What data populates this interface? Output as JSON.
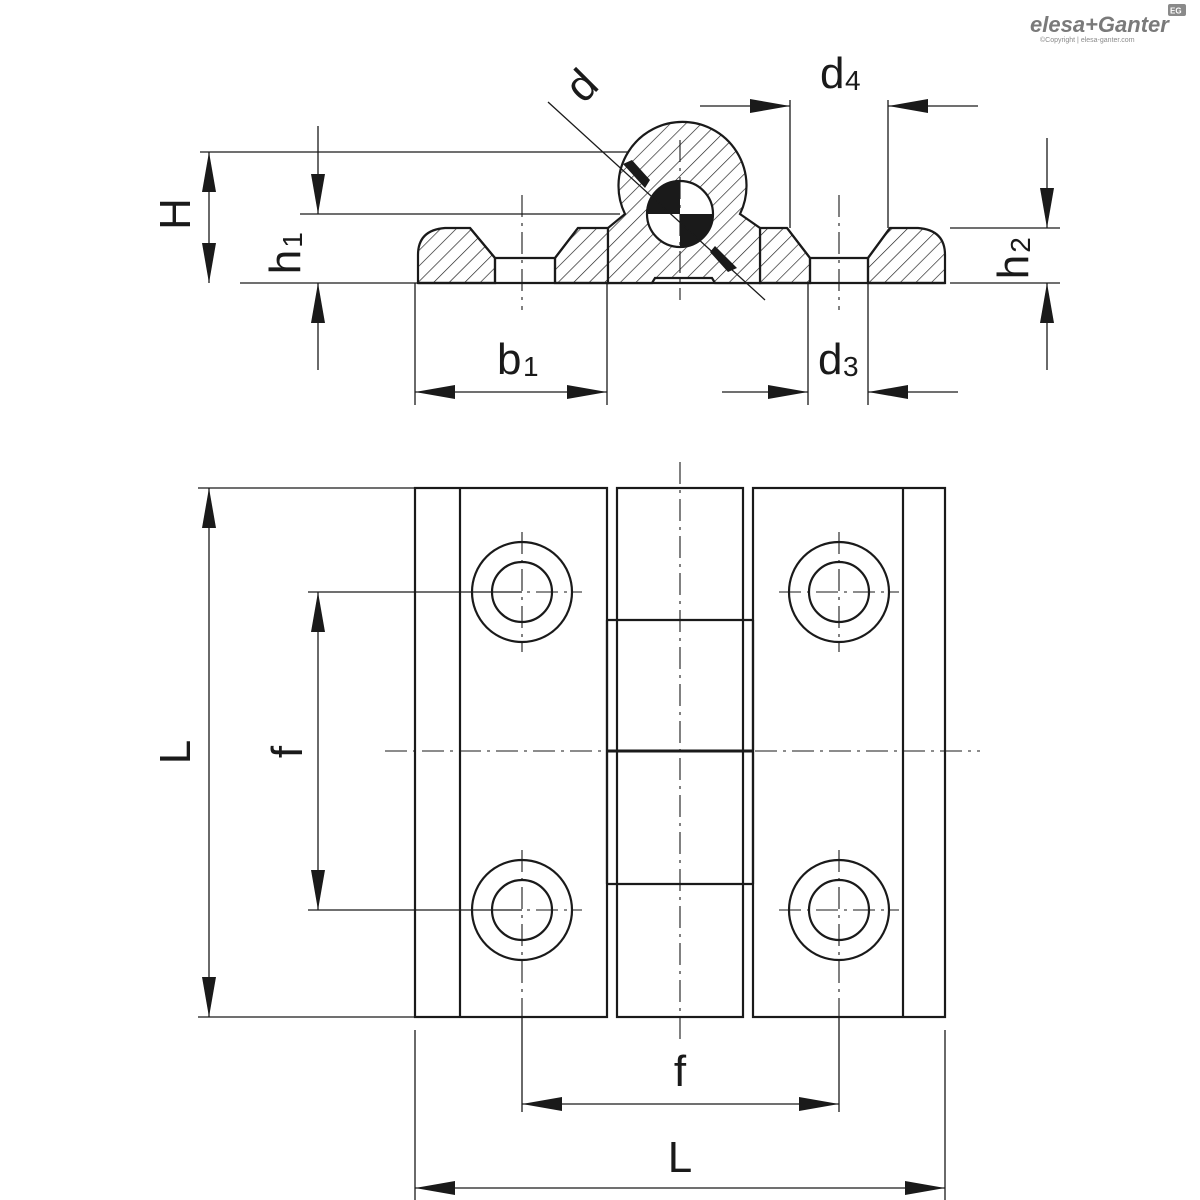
{
  "brand": {
    "logo_text": "elesa+Ganter",
    "copyright": "©Copyright | elesa-ganter.com",
    "badge": "EG"
  },
  "labels": {
    "d": "d",
    "d4_main": "d",
    "d4_sub": "4",
    "H": "H",
    "h1_main": "h",
    "h1_sub": "1",
    "h2_main": "h",
    "h2_sub": "2",
    "b1_main": "b",
    "b1_sub": "1",
    "d3_main": "d",
    "d3_sub": "3",
    "L_vertical": "L",
    "f_vertical": "f",
    "f_horizontal": "f",
    "L_horizontal": "L"
  },
  "colors": {
    "line": "#1a1a1a",
    "logo": "#7a7a7a"
  }
}
